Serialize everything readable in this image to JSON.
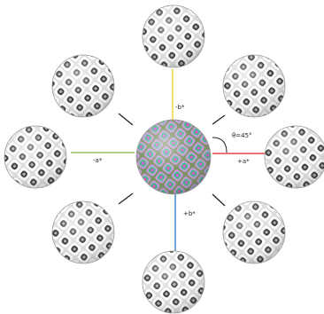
{
  "axes": {
    "neg_b": "-b*",
    "pos_b": "+b*",
    "neg_a": "-a*",
    "pos_a": "+a*"
  },
  "angle_label": "θ=45°",
  "colors": {
    "axis_pos_a": "#e02020",
    "axis_neg_a": "#7ab648",
    "axis_neg_b": "#e8d020",
    "axis_pos_b": "#2a78c8",
    "diagonal_tick": "#222222"
  },
  "center_sphere": {
    "style": "color"
  },
  "outer_spheres": [
    {
      "direction": "neg-b",
      "style": "grayscale"
    },
    {
      "direction": "neg-a-neg-b",
      "style": "grayscale"
    },
    {
      "direction": "pos-a-neg-b",
      "style": "grayscale"
    },
    {
      "direction": "neg-a",
      "style": "grayscale"
    },
    {
      "direction": "pos-a",
      "style": "grayscale"
    },
    {
      "direction": "neg-a-pos-b",
      "style": "grayscale"
    },
    {
      "direction": "pos-a-pos-b",
      "style": "grayscale"
    },
    {
      "direction": "pos-b",
      "style": "grayscale"
    }
  ]
}
